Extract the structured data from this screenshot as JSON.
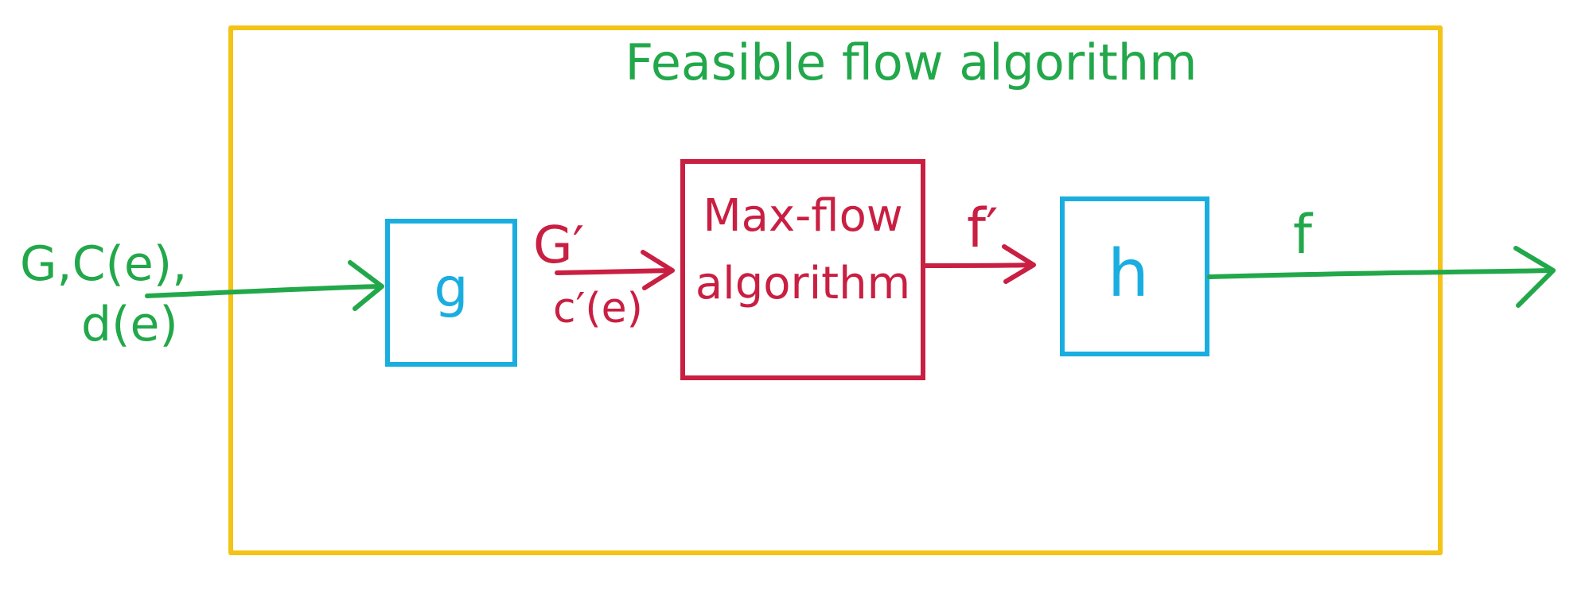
{
  "title": "Feasible flow algorithm",
  "input": {
    "line1": "G,C(e),",
    "line2": "d(e)"
  },
  "box_g": {
    "label": "g"
  },
  "edge_g_to_maxflow": {
    "top": "G′",
    "bottom": "c′(e)"
  },
  "box_maxflow": {
    "line1": "Max-flow",
    "line2": "algorithm"
  },
  "edge_maxflow_to_h": {
    "label": "f′"
  },
  "box_h": {
    "label": "h"
  },
  "output": {
    "label": "f"
  },
  "colors": {
    "frame": "#f3c316",
    "green": "#22a84a",
    "red": "#c91f42",
    "blue": "#1aaee0"
  }
}
